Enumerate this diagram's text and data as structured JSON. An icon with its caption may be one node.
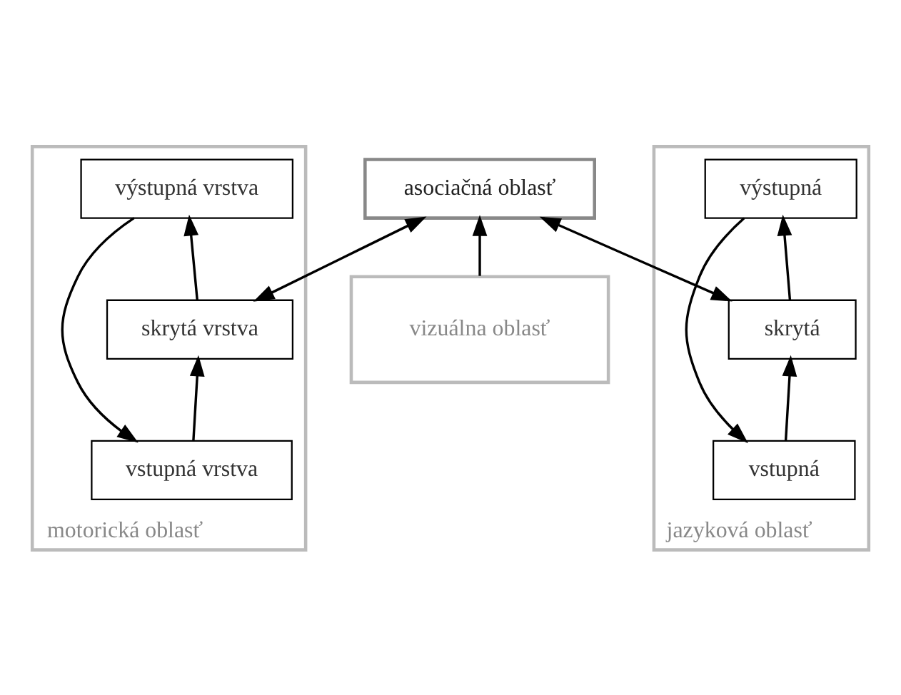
{
  "diagram": {
    "nodes": [
      {
        "text": [
          "asociačná oblasť"
        ]
      },
      {
        "text": [
          "motorická oblasť"
        ]
      },
      {
        "text": [
          "výstupná vrstva"
        ],
        "in": 1
      },
      {
        "text": [
          "skrytá vrstva"
        ],
        "in": 1
      },
      {
        "text": [
          "vstupná vrstva"
        ],
        "in": 1
      },
      {
        "text": [
          "jazyková oblasť"
        ]
      },
      {
        "text": [
          "výstupná"
        ],
        "in": 5
      },
      {
        "text": [
          "skrytá"
        ],
        "in": 5
      },
      {
        "text": [
          "vstupná"
        ],
        "in": 5
      },
      {
        "text": [
          "vizuálna oblasť"
        ]
      }
    ],
    "edges": [
      {
        "from": 3,
        "to": 0,
        "arrow": "both"
      },
      {
        "from": 9,
        "to": 0,
        "arrow": "to"
      },
      {
        "from": 7,
        "to": 0,
        "arrow": "both"
      },
      {
        "from": 3,
        "to": 2,
        "arrow": "to"
      },
      {
        "from": 4,
        "to": 3,
        "arrow": "to"
      },
      {
        "from": 7,
        "to": 6,
        "arrow": "to"
      },
      {
        "from": 8,
        "to": 7,
        "arrow": "to"
      },
      {
        "from": 2,
        "to": 4,
        "arrow": "to"
      },
      {
        "from": 6,
        "to": 8,
        "arrow": "to"
      }
    ]
  }
}
